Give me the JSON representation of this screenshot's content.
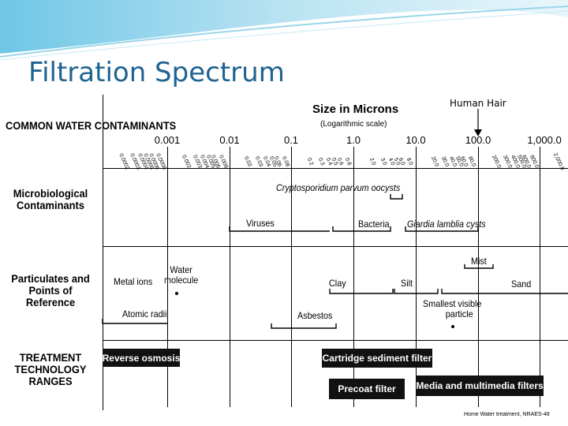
{
  "slide": {
    "title": "Filtration Spectrum",
    "credit": "Home Water treatment, NRAES-48"
  },
  "sections": {
    "contaminants": "COMMON WATER CONTAMINANTS",
    "microbiological": "Microbiological Contaminants",
    "particulates": "Particulates and Points of Reference",
    "treatment": "TREATMENT TECHNOLOGY RANGES"
  },
  "scale": {
    "title": "Size in Microns",
    "subtitle": "(Logarithmic scale)",
    "major_ticks": [
      "0.001",
      "0.01",
      "0.1",
      "1.0",
      "10.0",
      "100.0",
      "1,000.0"
    ],
    "minor_ticks": [
      "0.0002",
      "0.0003",
      "0.0004",
      "0.0005",
      "0.0006",
      "0.0008",
      "0.002",
      "0.003",
      "0.004",
      "0.005",
      "0.006",
      "0.008",
      "0.02",
      "0.03",
      "0.04",
      "0.05",
      "0.06",
      "0.08",
      "0.2",
      "0.3",
      "0.4",
      "0.5",
      "0.6",
      "0.8",
      "2.0",
      "3.0",
      "4.0",
      "5.0",
      "6.0",
      "8.0",
      "20.0",
      "30.0",
      "40.0",
      "50.0",
      "60.0",
      "80.0",
      "200.0",
      "300.0",
      "400.0",
      "500.0",
      "600.0",
      "800.0",
      "2,000.0"
    ]
  },
  "reference": {
    "human_hair": "Human Hair"
  },
  "micro": {
    "crypto": "Cryptosporidium parvum oocysts",
    "viruses": "Viruses",
    "bacteria": "Bacteria",
    "giardia": "Giardia lamblia cysts"
  },
  "particulates": {
    "metal_ions": "Metal ions",
    "water_molecule_1": "Water",
    "water_molecule_2": "molecule",
    "mist": "Mist",
    "clay": "Clay",
    "silt": "Silt",
    "sand": "Sand",
    "atomic_radii": "Atomic radii",
    "asbestos": "Asbestos",
    "smallest_visible_1": "Smallest visible",
    "smallest_visible_2": "particle"
  },
  "treatment": {
    "reverse_osmosis": "Reverse osmosis",
    "cartridge": "Cartridge sediment filter",
    "precoat": "Precoat filter",
    "media": "Media and multimedia filters"
  }
}
